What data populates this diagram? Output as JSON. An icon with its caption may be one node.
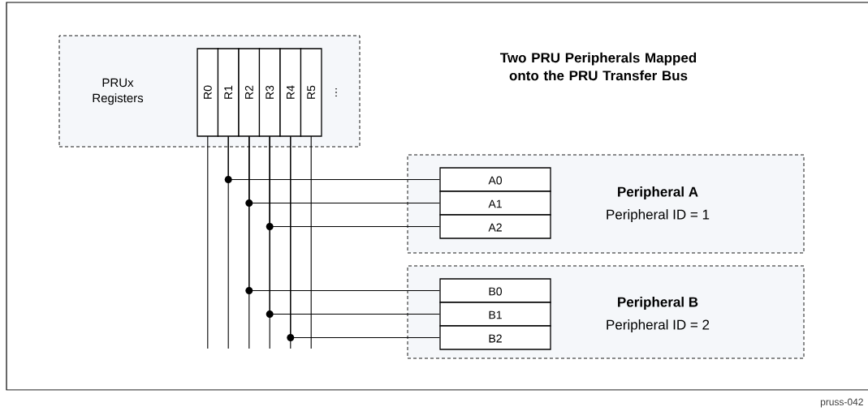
{
  "diagram": {
    "title": "Two PRU Peripherals Mapped onto the PRU Transfer Bus",
    "nodes": [
      {
        "text": [
          "PRUx Registers"
        ]
      },
      {
        "text": [
          "R0"
        ],
        "in": 0
      },
      {
        "text": [
          "R1"
        ],
        "in": 0
      },
      {
        "text": [
          "R2"
        ],
        "in": 0
      },
      {
        "text": [
          "R3"
        ],
        "in": 0
      },
      {
        "text": [
          "R4"
        ],
        "in": 0
      },
      {
        "text": [
          "R5"
        ],
        "in": 0
      },
      {
        "text": [
          "Peripheral A",
          "Peripheral ID = 1"
        ]
      },
      {
        "text": [
          "A0"
        ],
        "in": 7
      },
      {
        "text": [
          "A1"
        ],
        "in": 7
      },
      {
        "text": [
          "A2"
        ],
        "in": 7
      },
      {
        "text": [
          "Peripheral B",
          "Peripheral ID = 2"
        ]
      },
      {
        "text": [
          "B0"
        ],
        "in": 11
      },
      {
        "text": [
          "B1"
        ],
        "in": 11
      },
      {
        "text": [
          "B2"
        ],
        "in": 11
      }
    ],
    "edges": [
      {
        "from": 2,
        "to": 8,
        "arrow": "none"
      },
      {
        "from": 3,
        "to": 9,
        "arrow": "none"
      },
      {
        "from": 4,
        "to": 10,
        "arrow": "none"
      },
      {
        "from": 3,
        "to": 12,
        "arrow": "none"
      },
      {
        "from": 4,
        "to": 13,
        "arrow": "none"
      },
      {
        "from": 5,
        "to": 14,
        "arrow": "none"
      }
    ],
    "labels": [
      "…",
      "pruss-042"
    ]
  }
}
